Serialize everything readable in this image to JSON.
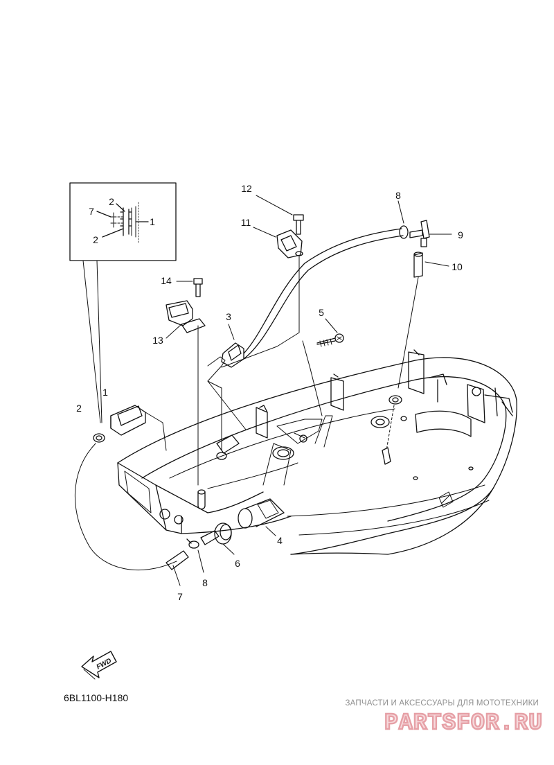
{
  "diagram": {
    "part_code": "6BL1100-H180",
    "direction_arrow_label": "FWD",
    "callouts": [
      {
        "id": "1",
        "label": "1"
      },
      {
        "id": "2",
        "label": "2"
      },
      {
        "id": "3",
        "label": "3"
      },
      {
        "id": "4",
        "label": "4"
      },
      {
        "id": "5",
        "label": "5"
      },
      {
        "id": "6",
        "label": "6"
      },
      {
        "id": "7",
        "label": "7"
      },
      {
        "id": "8",
        "label": "8"
      },
      {
        "id": "9",
        "label": "9"
      },
      {
        "id": "10",
        "label": "10"
      },
      {
        "id": "11",
        "label": "11"
      },
      {
        "id": "12",
        "label": "12"
      },
      {
        "id": "13",
        "label": "13"
      },
      {
        "id": "14",
        "label": "14"
      }
    ],
    "inset_callouts": [
      "2",
      "7",
      "1",
      "2"
    ]
  },
  "watermark": {
    "tagline": "ЗАПЧАСТИ И АКСЕССУАРЫ ДЛЯ МОТОТЕХНИКИ",
    "brand": "PARTSFOR.RU",
    "brand_color": "#e6a0a6"
  }
}
